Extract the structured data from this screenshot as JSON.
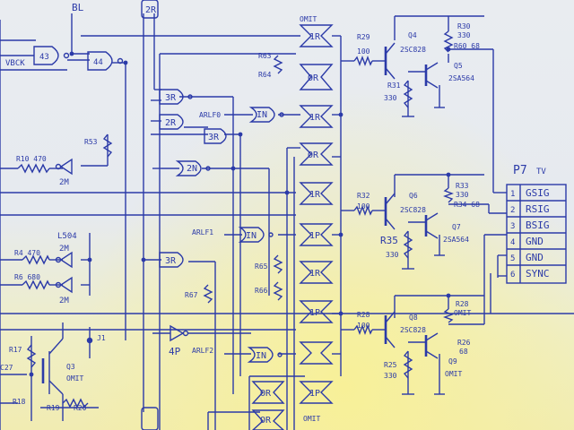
{
  "header": {
    "top_node": "BL",
    "top_chip": "2R"
  },
  "gates": {
    "g43": "43",
    "g44": "44",
    "vbck": "VBCK",
    "r3r_a": "3R",
    "r2r": "2R",
    "r3r_b": "3R",
    "r2n": "2N",
    "r3r_c": "3R",
    "in1": "IN",
    "in2": "IN",
    "in3": "IN",
    "inv2m_a": "2M",
    "inv2m_b": "2M",
    "inv2m_c": "2M",
    "inv4p": "4P",
    "l504": "L504"
  },
  "labels": {
    "arlf0": "ARLF0",
    "arlf1": "ARLF1",
    "arlf2": "ARLF2",
    "r10": "R10 470",
    "r4": "R4 470",
    "r6": "R6 680",
    "r53": "R53",
    "r63": "R63",
    "r64": "R64",
    "r65": "R65",
    "r66": "R66",
    "r67": "R67",
    "r17": "R17",
    "r18": "R18",
    "r19": "R19",
    "r20": "R20",
    "c27": "C27",
    "q3": "Q3",
    "q3_type": "OMIT",
    "j1": "J1"
  },
  "ic_blocks": {
    "omit_top": "OMIT",
    "b1": "1R",
    "b2": "OR",
    "b3": "1R",
    "b4": "OR",
    "b5": "1R",
    "b6": "1P",
    "b7": "1R",
    "b8": "1P",
    "b9": "OR",
    "b10": "1P",
    "b11": "OR",
    "omit_bottom": "OMIT"
  },
  "transistors": {
    "r29": "R29",
    "r29_val": "100",
    "q4": "Q4",
    "q4_type": "2SC828",
    "r30": "R30",
    "r30_val": "330",
    "r60": "R60 68",
    "q5": "Q5",
    "q5_type": "2SA564",
    "r31": "R31",
    "r31_val": "330",
    "r32": "R32",
    "r32_val": "100",
    "q6": "Q6",
    "q6_type": "2SC828",
    "r33": "R33",
    "r33_val": "330",
    "r34": "R34 68",
    "q7": "Q7",
    "q7_type": "2SA564",
    "r35": "R35",
    "r35_val": "330",
    "r28": "R28",
    "r28_val": "100",
    "q8": "Q8",
    "q8_type": "2SC828",
    "r28b": "R28",
    "r28b_type": "OMIT",
    "r26": "R26",
    "r26_val": "68",
    "q9": "Q9",
    "q9_type": "OMIT",
    "r25": "R25",
    "r25_val": "330"
  },
  "connector": {
    "title": "P7",
    "subtitle": "TV",
    "pins": [
      {
        "num": "1",
        "label": "GSIG"
      },
      {
        "num": "2",
        "label": "RSIG"
      },
      {
        "num": "3",
        "label": "BSIG"
      },
      {
        "num": "4",
        "label": "GND"
      },
      {
        "num": "5",
        "label": "GND"
      },
      {
        "num": "6",
        "label": "SYNC"
      }
    ]
  }
}
